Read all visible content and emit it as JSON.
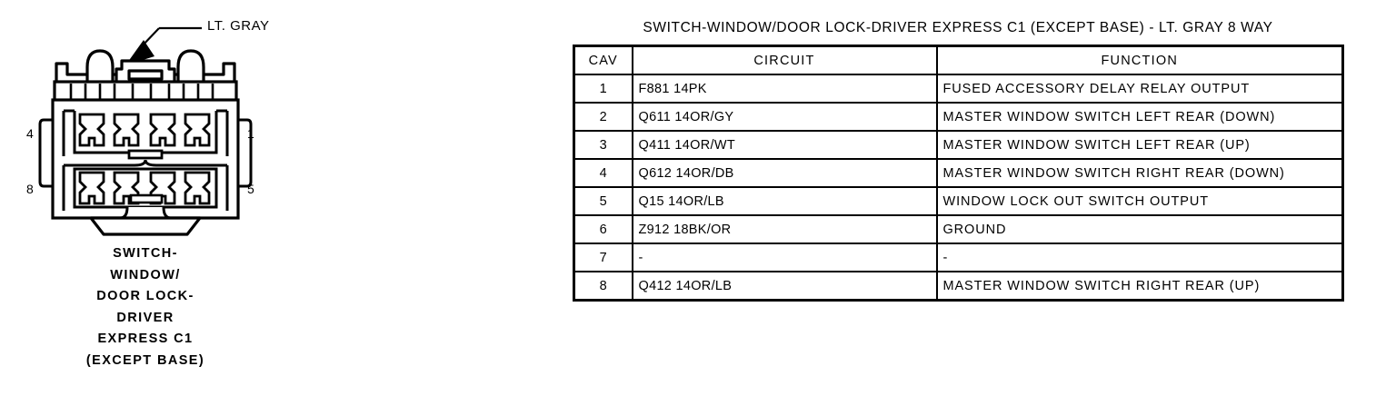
{
  "connector": {
    "callout_label": "LT. GRAY",
    "pin_labels": {
      "top_left": "4",
      "bottom_left": "8",
      "top_right": "1",
      "bottom_right": "5"
    },
    "caption_lines": [
      "SWITCH-",
      "WINDOW/",
      "DOOR LOCK-",
      "DRIVER",
      "EXPRESS C1",
      "(EXCEPT BASE)"
    ],
    "line_color": "#000000",
    "fill_color": "#ffffff"
  },
  "table": {
    "title": "SWITCH-WINDOW/DOOR LOCK-DRIVER EXPRESS C1 (EXCEPT BASE) - LT. GRAY 8 WAY",
    "columns": [
      "CAV",
      "CIRCUIT",
      "FUNCTION"
    ],
    "rows": [
      {
        "cav": "1",
        "circuit": "F881 14PK",
        "function": "FUSED ACCESSORY DELAY RELAY OUTPUT"
      },
      {
        "cav": "2",
        "circuit": "Q611 14OR/GY",
        "function": "MASTER WINDOW SWITCH LEFT REAR (DOWN)"
      },
      {
        "cav": "3",
        "circuit": "Q411 14OR/WT",
        "function": "MASTER WINDOW SWITCH LEFT REAR (UP)"
      },
      {
        "cav": "4",
        "circuit": "Q612 14OR/DB",
        "function": "MASTER WINDOW SWITCH RIGHT REAR (DOWN)"
      },
      {
        "cav": "5",
        "circuit": "Q15 14OR/LB",
        "function": "WINDOW LOCK OUT SWITCH OUTPUT"
      },
      {
        "cav": "6",
        "circuit": "Z912 18BK/OR",
        "function": "GROUND"
      },
      {
        "cav": "7",
        "circuit": "-",
        "function": "-"
      },
      {
        "cav": "8",
        "circuit": "Q412 14OR/LB",
        "function": "MASTER WINDOW SWITCH RIGHT REAR (UP)"
      }
    ]
  }
}
